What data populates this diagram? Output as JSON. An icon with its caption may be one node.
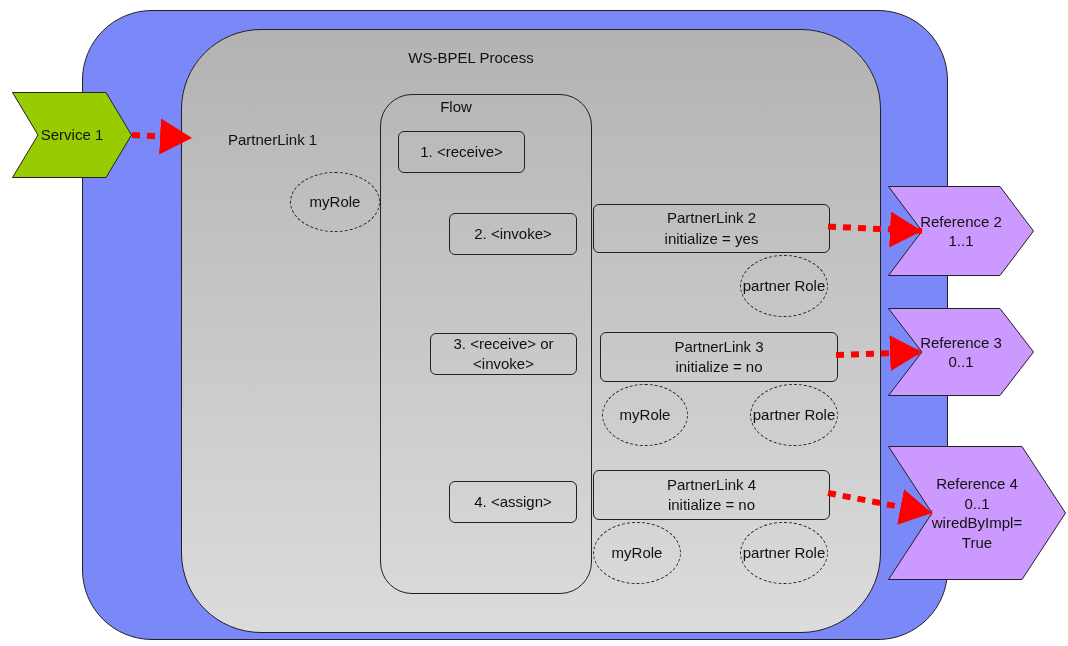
{
  "diagram": {
    "nodes": [
      {
        "text": [],
        "shape": "box"
      },
      {
        "text": [
          "WS-BPEL Process"
        ],
        "in": 0
      },
      {
        "text": [
          "Service 1"
        ]
      },
      {
        "text": [
          "PartnerLink 1"
        ],
        "in": 1
      },
      {
        "text": [
          "myRole"
        ],
        "in": 1
      },
      {
        "text": [
          "Flow"
        ],
        "in": 1
      },
      {
        "text": [
          "1. <receive>"
        ],
        "in": 5
      },
      {
        "text": [
          "2. <invoke>"
        ],
        "in": 5
      },
      {
        "text": [
          "3. <receive> or <invoke>"
        ],
        "in": 5
      },
      {
        "text": [
          "4. <assign>"
        ],
        "in": 5
      },
      {
        "text": [
          "PartnerLink 2",
          "initialize = yes"
        ],
        "in": 1
      },
      {
        "text": [
          "partner Role"
        ],
        "in": 1
      },
      {
        "text": [
          "PartnerLink 3",
          "initialize = no"
        ],
        "in": 1
      },
      {
        "text": [
          "myRole"
        ],
        "in": 1
      },
      {
        "text": [
          "partner Role"
        ],
        "in": 1
      },
      {
        "text": [
          "PartnerLink 4",
          "initialize = no"
        ],
        "in": 1
      },
      {
        "text": [
          "myRole"
        ],
        "in": 1
      },
      {
        "text": [
          "partner Role"
        ],
        "in": 1
      },
      {
        "text": [
          "Reference 2",
          "1..1"
        ]
      },
      {
        "text": [
          "Reference 3",
          "0..1"
        ]
      },
      {
        "text": [
          "Reference 4",
          "0..1",
          "wiredByImpl= True"
        ]
      }
    ],
    "edges": [
      {
        "from": 2,
        "to": 3,
        "arrow": "to",
        "style": "dashed"
      },
      {
        "from": 10,
        "to": 18,
        "arrow": "to",
        "style": "dashed"
      },
      {
        "from": 12,
        "to": 19,
        "arrow": "to",
        "style": "dashed"
      },
      {
        "from": 15,
        "to": 20,
        "arrow": "to",
        "style": "dashed"
      }
    ]
  }
}
